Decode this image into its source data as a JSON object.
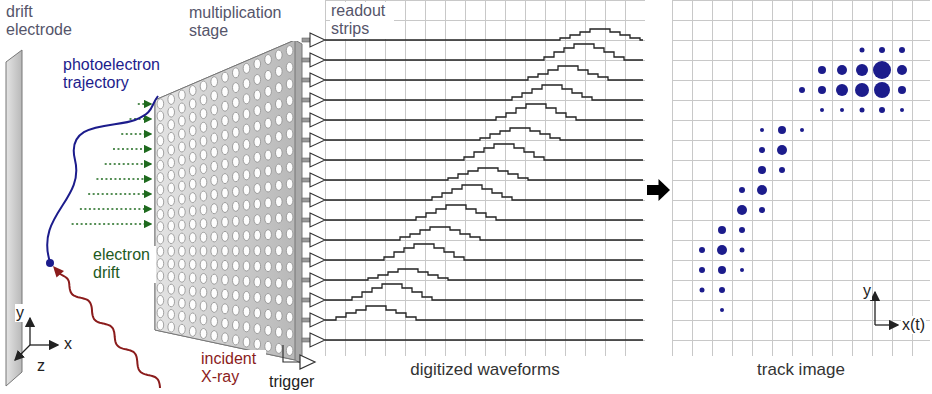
{
  "diagram": {
    "nodes": [
      {
        "text": [
          "digitized waveforms"
        ]
      },
      {
        "text": [
          "track image"
        ]
      }
    ],
    "edges": [
      {
        "from": 0,
        "to": 1,
        "arrow": "to"
      }
    ],
    "labels": [
      "drift electrode",
      "multiplication stage",
      "readout strips",
      "photoelectron trajectory",
      "electron drift",
      "incident X-ray",
      "y",
      "x",
      "z",
      "trigger",
      "y",
      "x(t)"
    ]
  }
}
